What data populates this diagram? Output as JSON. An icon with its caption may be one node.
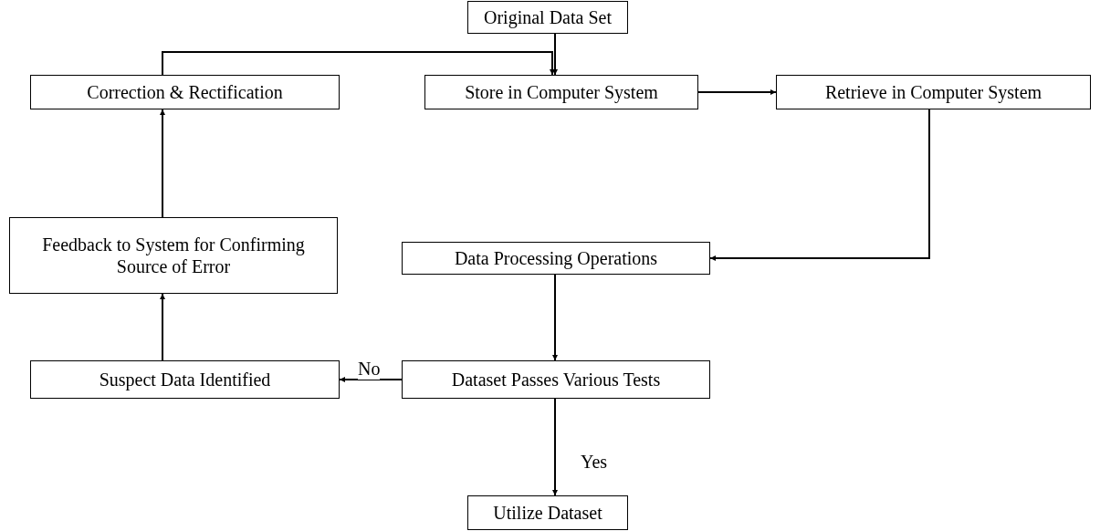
{
  "diagram": {
    "nodes": [
      {
        "text": [
          "Original Data Set"
        ]
      },
      {
        "text": [
          "Correction & Rectification"
        ]
      },
      {
        "text": [
          "Store in Computer System"
        ]
      },
      {
        "text": [
          "Retrieve in Computer System"
        ]
      },
      {
        "text": [
          "Feedback to System for Confirming Source of Error"
        ]
      },
      {
        "text": [
          "Data Processing Operations"
        ]
      },
      {
        "text": [
          "Suspect Data Identified"
        ]
      },
      {
        "text": [
          "Dataset Passes Various Tests"
        ]
      },
      {
        "text": [
          "Utilize Dataset"
        ]
      }
    ],
    "edges": [
      {
        "from": 0,
        "to": 2,
        "arrow": "to"
      },
      {
        "from": 1,
        "to": 2,
        "arrow": "to"
      },
      {
        "from": 2,
        "to": 3,
        "arrow": "to"
      },
      {
        "from": 3,
        "to": 5,
        "arrow": "to"
      },
      {
        "from": 5,
        "to": 7,
        "arrow": "to"
      },
      {
        "from": 7,
        "to": 6,
        "arrow": "to",
        "label": "No"
      },
      {
        "from": 7,
        "to": 8,
        "arrow": "to",
        "label": "Yes"
      },
      {
        "from": 6,
        "to": 4,
        "arrow": "to"
      },
      {
        "from": 4,
        "to": 1,
        "arrow": "to"
      }
    ]
  }
}
